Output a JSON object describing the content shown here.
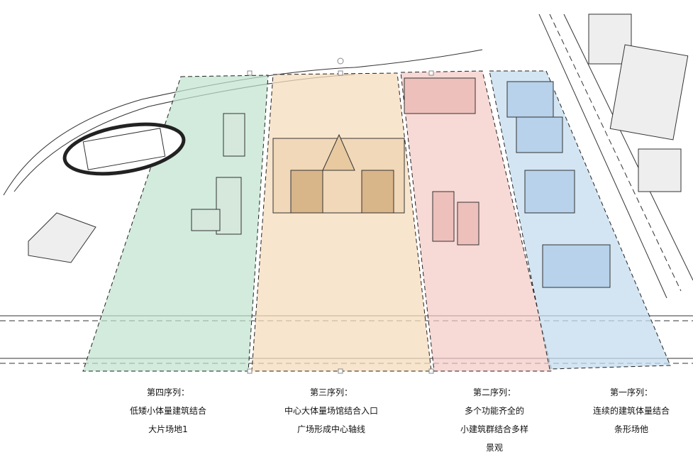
{
  "colors": {
    "zone4": "#bfe3cf",
    "zone3": "#f6dcbc",
    "zone2": "#f3c9c4",
    "zone1": "#c4dcef"
  },
  "captions": [
    {
      "title": "第四序列：",
      "lines": [
        "低矮小体量建筑结合",
        "大片场地1"
      ]
    },
    {
      "title": "第三序列：",
      "lines": [
        "中心大体量场馆结合入口",
        "广场形成中心轴线"
      ]
    },
    {
      "title": "第二序列：",
      "lines": [
        "多个功能齐全的",
        "小建筑群结合多样",
        "景观"
      ]
    },
    {
      "title": "第一序列：",
      "lines": [
        "连续的建筑体量结合",
        "条形场他"
      ]
    }
  ]
}
